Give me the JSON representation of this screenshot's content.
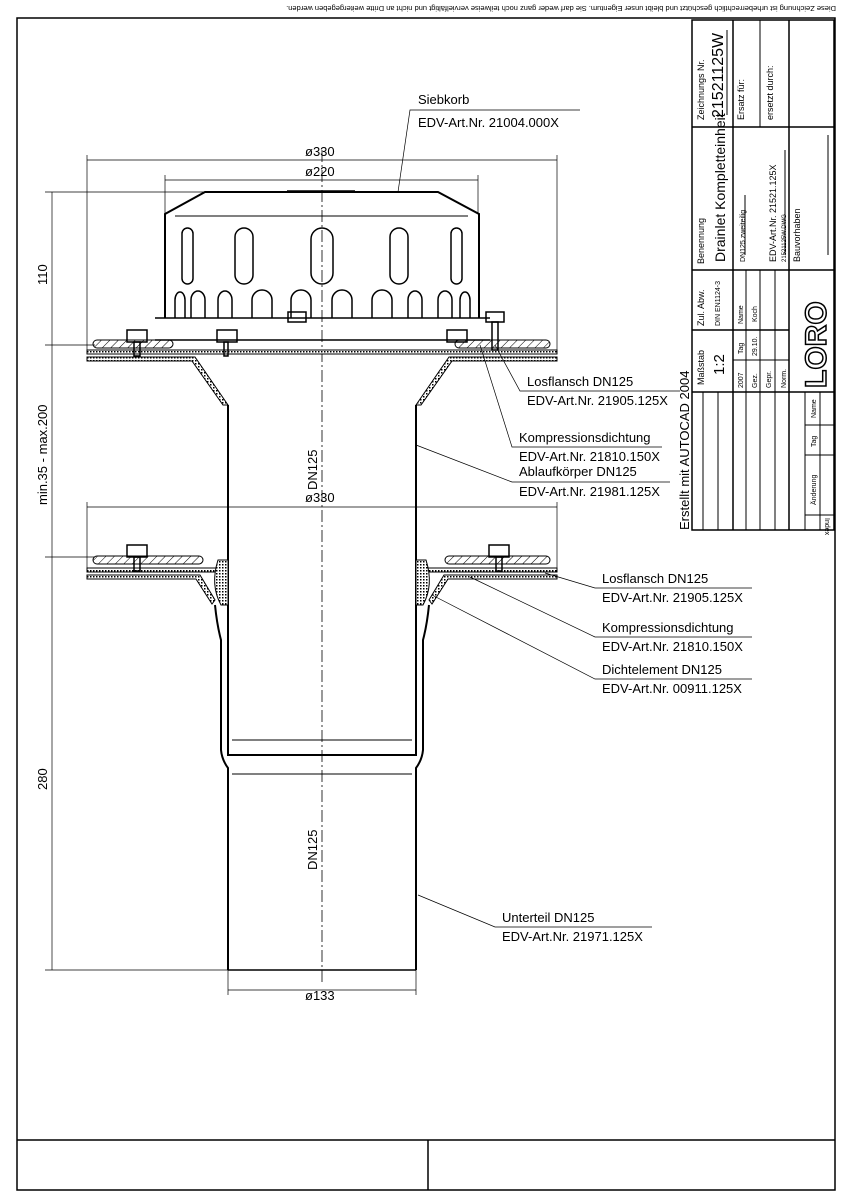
{
  "copyright_notice": "Diese Zeichnung ist urheberrechtlich geschützt und bleibt unser Eigentum. Sie darf weder ganz noch teilweise vervielfältigt und nicht an Dritte weitergegeben werden.",
  "dimensions": {
    "d330_top": "ø330",
    "d220": "ø220",
    "d330_mid": "ø330",
    "d133": "ø133",
    "h110": "110",
    "h_range": "min.35 - max.200",
    "h280": "280",
    "dn_upper": "DN125",
    "dn_lower": "DN125"
  },
  "callouts": [
    {
      "name": "Siebkorb",
      "art": "EDV-Art.Nr.  21004.000X"
    },
    {
      "name": "Losflansch DN125",
      "art": "EDV-Art.Nr.  21905.125X"
    },
    {
      "name": "Kompressionsdichtung",
      "art": "EDV-Art.Nr.  21810.150X"
    },
    {
      "name": "Ablaufkörper DN125",
      "art": "EDV-Art.Nr.  21981.125X"
    },
    {
      "name": "Losflansch DN125",
      "art": "EDV-Art.Nr.  21905.125X"
    },
    {
      "name": "Kompressionsdichtung",
      "art": "EDV-Art.Nr.  21810.150X"
    },
    {
      "name": "Dichtelement DN125",
      "art": "EDV-Art.Nr.  00911.125X"
    },
    {
      "name": "Unterteil DN125",
      "art": "EDV-Art.Nr.  21971.125X"
    }
  ],
  "title_block": {
    "zeichnungs_nr_label": "Zeichnungs Nr.",
    "zeichnungs_nr": "21521125W",
    "ersatz_fuer": "Ersatz für:",
    "ersetzt_durch": "ersetzt durch:",
    "benennung_label": "Benennung",
    "benennung": "Drainlet Kompletteinheit",
    "subtitle": "DN125 zweiteilig",
    "art_nr": "EDV-Art.Nr. 21521.125X",
    "file": "21521125W.DWG",
    "bauvorhaben": "Bauvorhaben",
    "massstab_label": "Maßstab",
    "massstab": "1:2",
    "zul_abw_label": "Zul. Abw.",
    "zul_abw": "DIN EN1124-3",
    "year": "2007",
    "tag_label": "Tag",
    "name_label": "Name",
    "gez": "Gez.",
    "gez_tag": "29.10.",
    "gez_name": "Koch",
    "gepr": "Gepr.",
    "norm": "Norm.",
    "logo": "LORO",
    "created_with": "Erstellt mit AUTOCAD 2004",
    "rev_index": "Index",
    "rev_aenderung": "Änderung",
    "rev_tag": "Tag",
    "rev_name": "Name"
  }
}
